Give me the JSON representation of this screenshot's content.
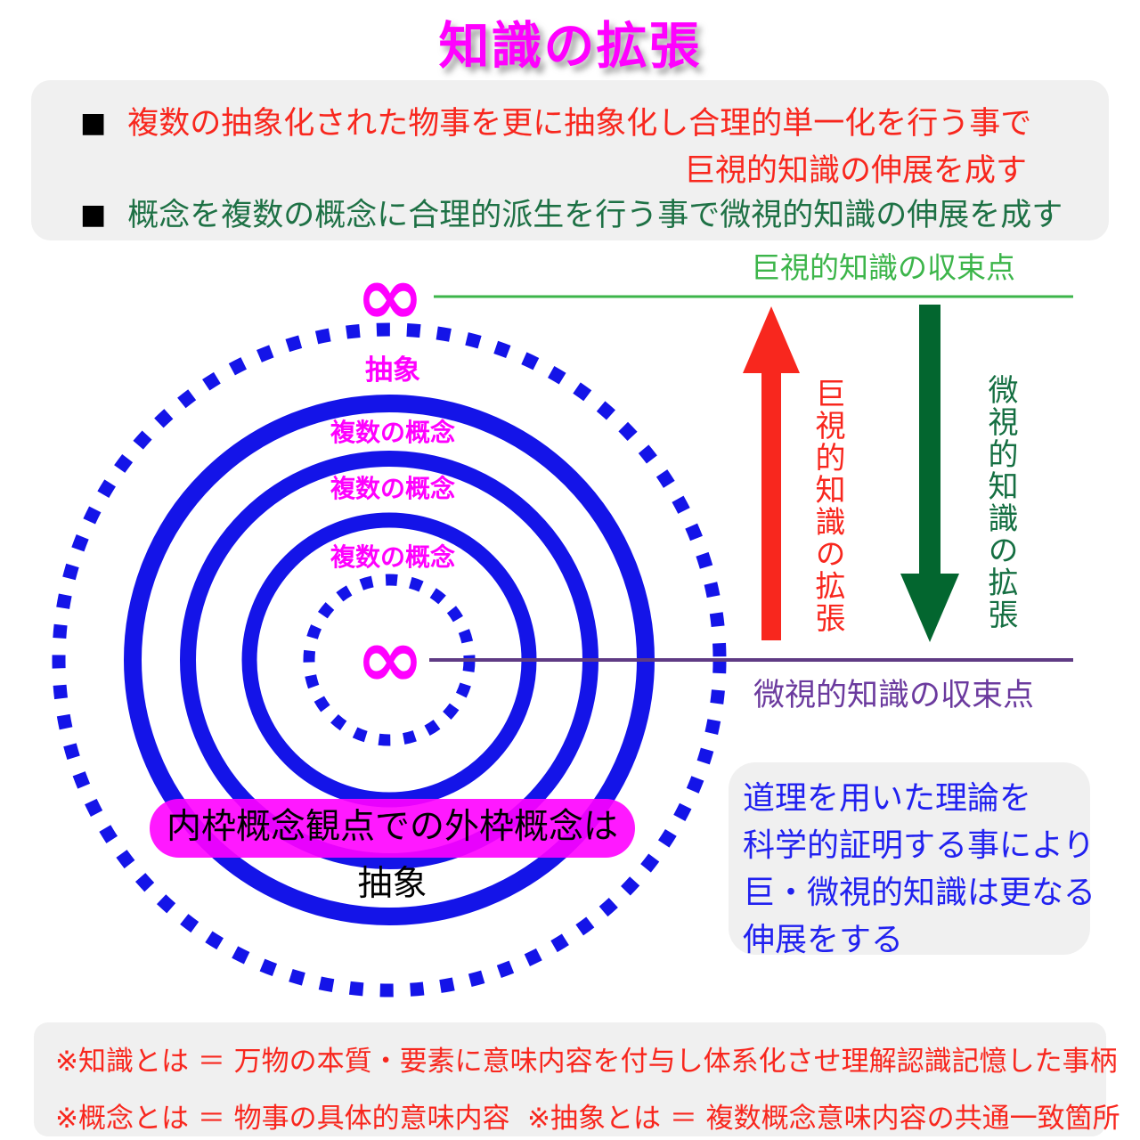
{
  "title": "知識の拡張",
  "top_box": {
    "bullet_marker": "■",
    "bullet1_line1": "複数の抽象化された物事を更に抽象化し合理的単一化を行う事で",
    "bullet1_line2": "巨視的知識の伸展を成す",
    "bullet2": "概念を複数の概念に合理的派生を行う事で微視的知識の伸展を成す"
  },
  "diagram": {
    "top_infinity": "∞",
    "center_infinity": "∞",
    "macro_convergence_label": "巨視的知識の収束点",
    "micro_convergence_label": "微視的知識の収束点",
    "abstraction_label": "抽象",
    "ring_labels": [
      "複数の概念",
      "複数の概念",
      "複数の概念"
    ],
    "macro_expansion_label": "巨視的知識の拡張",
    "micro_expansion_label": "微視的知識の拡張",
    "pill_label": "内枠概念観点での外枠概念は抽象"
  },
  "side_note": {
    "lines": [
      "道理を用いた理論を",
      "科学的証明する事により",
      "巨・微視的知識は更なる",
      "伸展をする"
    ]
  },
  "footer": {
    "line1": "※知識とは ＝ 万物の本質・要素に意味内容を付与し体系化させ理解認識記憶した事柄",
    "line2a": "※概念とは ＝ 物事の具体的意味内容",
    "line2b": "※抽象とは ＝ 複数概念意味内容の共通一致箇所"
  },
  "colors": {
    "title_magenta": "#FF00FF",
    "red": "#F8271E",
    "bullet_green": "#1E7145",
    "convergence_green": "#3CB54A",
    "arrow_dark_green": "#03662F",
    "purple": "#6B3A9E",
    "circle_blue": "#1414E8",
    "note_blue": "#2121F0",
    "box_gray": "#F0F0F0"
  }
}
